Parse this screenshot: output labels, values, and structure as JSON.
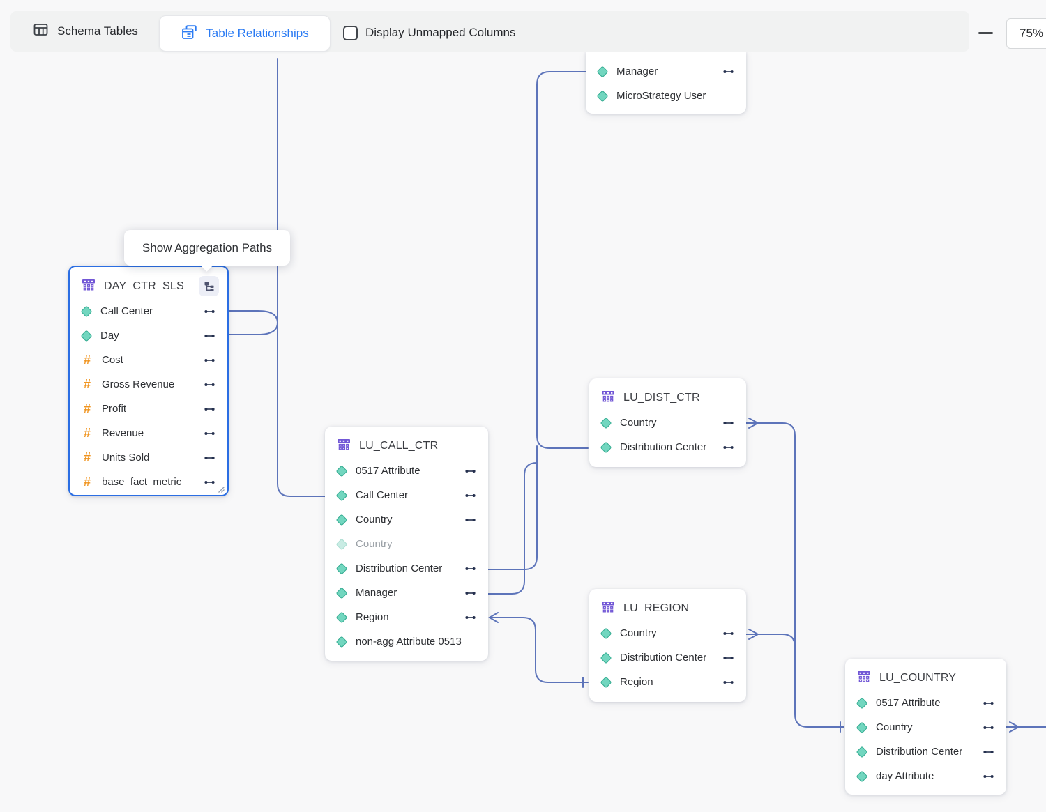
{
  "toolbar": {
    "schema_tables_label": "Schema Tables",
    "table_relationships_label": "Table Relationships",
    "display_unmapped_label": "Display Unmapped Columns",
    "zoom_value": "75%"
  },
  "tooltip": {
    "text": "Show Aggregation Paths"
  },
  "colors": {
    "accent_blue": "#2b7bf3",
    "selection_border": "#2b6ee3",
    "connector": "#5d74ba",
    "attribute_teal": "#72d6bf",
    "fact_orange": "#f0941f",
    "table_icon_purple": "#7257d6"
  },
  "tables": [
    {
      "name": "",
      "rows": [
        {
          "label": "Manager",
          "type": "attribute",
          "mapped": true,
          "faded": false
        },
        {
          "label": "MicroStrategy User",
          "type": "attribute",
          "mapped": false,
          "faded": false
        }
      ]
    },
    {
      "name": "DAY_CTR_SLS",
      "selected": true,
      "rows": [
        {
          "label": "Call Center",
          "type": "attribute",
          "mapped": true,
          "faded": false
        },
        {
          "label": "Day",
          "type": "attribute",
          "mapped": true,
          "faded": false
        },
        {
          "label": "Cost",
          "type": "fact",
          "mapped": true,
          "faded": false
        },
        {
          "label": "Gross Revenue",
          "type": "fact",
          "mapped": true,
          "faded": false
        },
        {
          "label": "Profit",
          "type": "fact",
          "mapped": true,
          "faded": false
        },
        {
          "label": "Revenue",
          "type": "fact",
          "mapped": true,
          "faded": false
        },
        {
          "label": "Units Sold",
          "type": "fact",
          "mapped": true,
          "faded": false
        },
        {
          "label": "base_fact_metric",
          "type": "fact",
          "mapped": true,
          "faded": false
        }
      ]
    },
    {
      "name": "LU_CALL_CTR",
      "selected": false,
      "rows": [
        {
          "label": "0517 Attribute",
          "type": "attribute",
          "mapped": true,
          "faded": false
        },
        {
          "label": "Call Center",
          "type": "attribute",
          "mapped": true,
          "faded": false
        },
        {
          "label": "Country",
          "type": "attribute",
          "mapped": true,
          "faded": false
        },
        {
          "label": "Country",
          "type": "attribute",
          "mapped": false,
          "faded": true
        },
        {
          "label": "Distribution Center",
          "type": "attribute",
          "mapped": true,
          "faded": false
        },
        {
          "label": "Manager",
          "type": "attribute",
          "mapped": true,
          "faded": false
        },
        {
          "label": "Region",
          "type": "attribute",
          "mapped": true,
          "faded": false
        },
        {
          "label": "non-agg Attribute 0513",
          "type": "attribute",
          "mapped": false,
          "faded": false
        }
      ]
    },
    {
      "name": "LU_DIST_CTR",
      "selected": false,
      "rows": [
        {
          "label": "Country",
          "type": "attribute",
          "mapped": true,
          "faded": false
        },
        {
          "label": "Distribution Center",
          "type": "attribute",
          "mapped": true,
          "faded": false
        }
      ]
    },
    {
      "name": "LU_REGION",
      "selected": false,
      "rows": [
        {
          "label": "Country",
          "type": "attribute",
          "mapped": true,
          "faded": false
        },
        {
          "label": "Distribution Center",
          "type": "attribute",
          "mapped": true,
          "faded": false
        },
        {
          "label": "Region",
          "type": "attribute",
          "mapped": true,
          "faded": false
        }
      ]
    },
    {
      "name": "LU_COUNTRY",
      "selected": false,
      "rows": [
        {
          "label": "0517 Attribute",
          "type": "attribute",
          "mapped": true,
          "faded": false
        },
        {
          "label": "Country",
          "type": "attribute",
          "mapped": true,
          "faded": false
        },
        {
          "label": "Distribution Center",
          "type": "attribute",
          "mapped": true,
          "faded": false
        },
        {
          "label": "day Attribute",
          "type": "attribute",
          "mapped": true,
          "faded": false
        }
      ]
    }
  ]
}
